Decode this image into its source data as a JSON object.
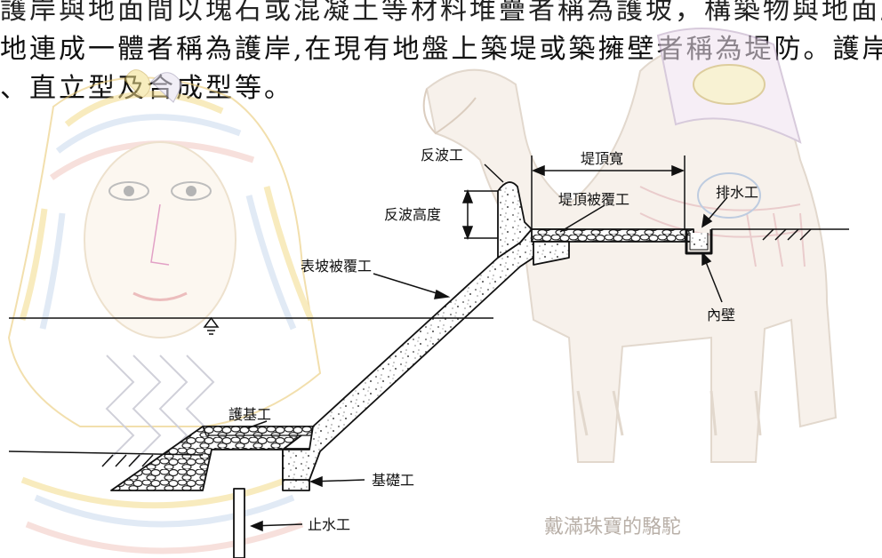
{
  "text": {
    "line1": "護岸與地面間以塊石或混凝土等材料堆疊者稱為護坡，構築物與地面所",
    "line2": "地連成一體者稱為護岸,在現有地盤上築堤或築擁壁者稱為堤防。護岸分",
    "line3": "、直立型及合成型等。"
  },
  "labels": {
    "wave_return": "反波工",
    "crest_width": "堤頂寬",
    "crest_cover": "堤頂被覆工",
    "drainage": "排水工",
    "wave_return_height": "反波高度",
    "slope_cover": "表坡被覆工",
    "inner_wall": "內壁",
    "toe_protection": "護基工",
    "foundation": "基礎工",
    "cutoff": "止水工"
  },
  "watermark": "戴滿珠寶的駱駝",
  "colors": {
    "line": "#111111",
    "pharaoh_stripe_yellow": "#f4dc8a",
    "pharaoh_stripe_blue": "#c9d9ee",
    "pharaoh_stripe_pink": "#f1c7c0",
    "camel": "#cbb9a6",
    "watermark": "#b9b0a8"
  }
}
